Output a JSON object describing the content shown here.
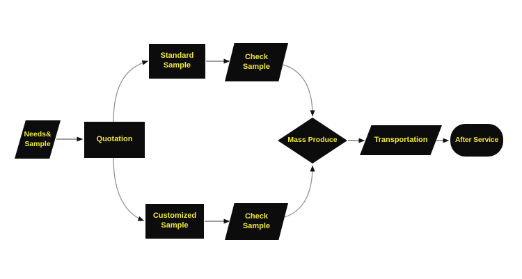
{
  "diagram": {
    "type": "flowchart",
    "colors": {
      "canvas_bg": "#ffffff",
      "shape_fill": "#0c0c0c",
      "label_color": "#f0e63a",
      "connector_curve": "#949494",
      "connector_straight": "#636363",
      "arrowhead_color": "#121212"
    },
    "nodes": [
      {
        "id": "needs-sample",
        "shape": "parallelogram",
        "label": "Needs&\nSample"
      },
      {
        "id": "quotation",
        "shape": "rectangle",
        "label": "Quotation"
      },
      {
        "id": "standard-sample",
        "shape": "rectangle",
        "label": "Standard\nSample"
      },
      {
        "id": "check-sample-top",
        "shape": "parallelogram",
        "label": "Check\nSample"
      },
      {
        "id": "customized-sample",
        "shape": "rectangle",
        "label": "Customized\nSample"
      },
      {
        "id": "check-sample-bottom",
        "shape": "parallelogram",
        "label": "Check\nSample"
      },
      {
        "id": "mass-produce",
        "shape": "diamond",
        "label": "Mass Produce"
      },
      {
        "id": "transportation",
        "shape": "parallelogram",
        "label": "Transportation"
      },
      {
        "id": "after-service",
        "shape": "stadium",
        "label": "After Service"
      }
    ],
    "edges": [
      {
        "from": "needs-sample",
        "to": "quotation"
      },
      {
        "from": "quotation",
        "to": "standard-sample"
      },
      {
        "from": "quotation",
        "to": "customized-sample"
      },
      {
        "from": "standard-sample",
        "to": "check-sample-top"
      },
      {
        "from": "customized-sample",
        "to": "check-sample-bottom"
      },
      {
        "from": "check-sample-top",
        "to": "mass-produce"
      },
      {
        "from": "check-sample-bottom",
        "to": "mass-produce"
      },
      {
        "from": "mass-produce",
        "to": "transportation"
      },
      {
        "from": "transportation",
        "to": "after-service"
      }
    ]
  }
}
